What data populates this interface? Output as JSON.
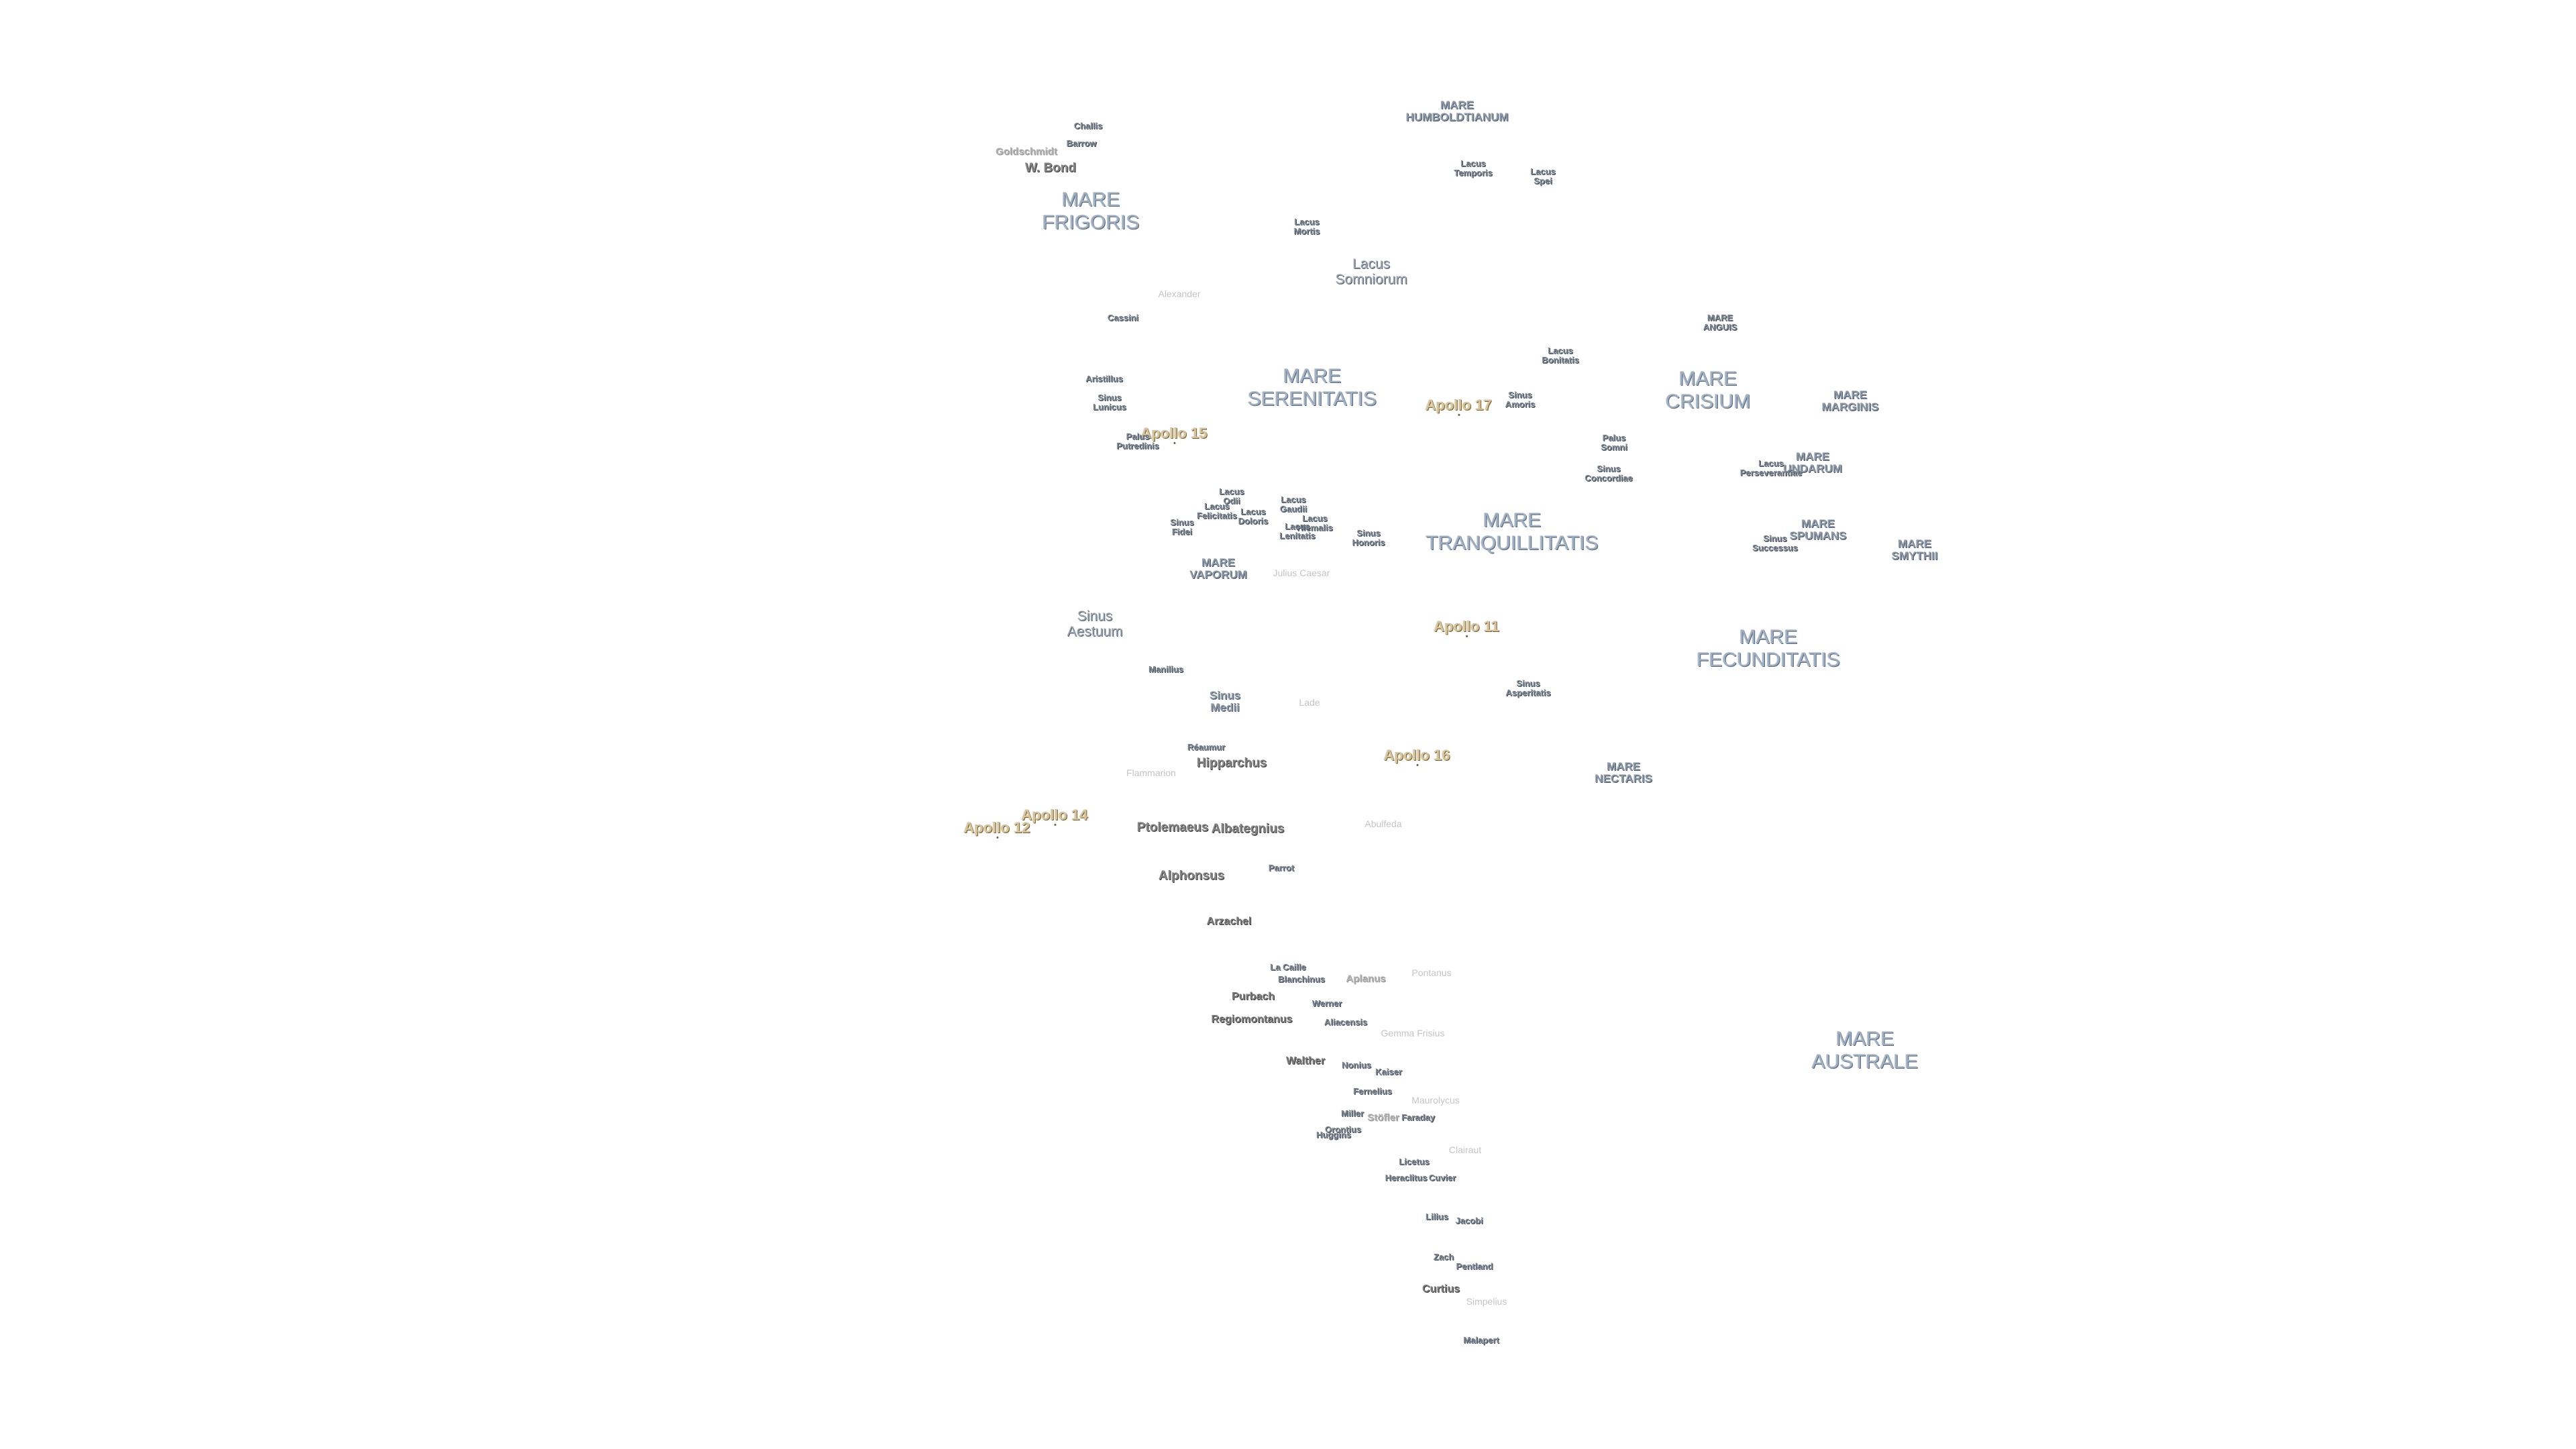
{
  "map": {
    "labels": [
      {
        "text": "MARE\nHUMBOLDTIANUM",
        "kind": "mare-sm"
      },
      {
        "text": "Challis",
        "kind": "small"
      },
      {
        "text": "Barrow",
        "kind": "small"
      },
      {
        "text": "Goldschmidt",
        "kind": "pale"
      },
      {
        "text": "W. Bond",
        "kind": "crater-lg"
      },
      {
        "text": "MARE\nFRIGORIS",
        "kind": "mare"
      },
      {
        "text": "Lacus\nTemporis",
        "kind": "small"
      },
      {
        "text": "Lacus\nSpei",
        "kind": "small"
      },
      {
        "text": "Lacus\nMortis",
        "kind": "small"
      },
      {
        "text": "Lacus\nSomniorum",
        "kind": "lacus"
      },
      {
        "text": "Alexander",
        "kind": "faint"
      },
      {
        "text": "Cassini",
        "kind": "small"
      },
      {
        "text": "MARE\nANGUIS",
        "kind": "small"
      },
      {
        "text": "Lacus\nBonitatis",
        "kind": "small"
      },
      {
        "text": "Aristillus",
        "kind": "small"
      },
      {
        "text": "MARE\nSERENITATIS",
        "kind": "mare"
      },
      {
        "text": "MARE\nCRISIUM",
        "kind": "mare"
      },
      {
        "text": "MARE\nMARGINIS",
        "kind": "mare-sm"
      },
      {
        "text": "Sinus\nLunicus",
        "kind": "small"
      },
      {
        "text": "Apollo 17",
        "kind": "apollo"
      },
      {
        "text": "Sinus\nAmoris",
        "kind": "small"
      },
      {
        "text": "Apollo 15",
        "kind": "apollo"
      },
      {
        "text": "Palus\nPutredinis",
        "kind": "small"
      },
      {
        "text": "Palus\nSomni",
        "kind": "small"
      },
      {
        "text": "MARE\nUNDARUM",
        "kind": "mare-sm"
      },
      {
        "text": "Lacus\nPerseverantiae",
        "kind": "small"
      },
      {
        "text": "Sinus\nConcordiae",
        "kind": "small"
      },
      {
        "text": "Lacus\nOdii",
        "kind": "small"
      },
      {
        "text": "Lacus\nFelicitatis",
        "kind": "small"
      },
      {
        "text": "Lacus\nDoloris",
        "kind": "small"
      },
      {
        "text": "Lacus\nGaudii",
        "kind": "small"
      },
      {
        "text": "Lacus\nHiemalis",
        "kind": "small"
      },
      {
        "text": "Lacus\nLenitatis",
        "kind": "small"
      },
      {
        "text": "Sinus\nFidei",
        "kind": "small"
      },
      {
        "text": "Sinus\nHonoris",
        "kind": "small"
      },
      {
        "text": "MARE\nTRANQUILLITATIS",
        "kind": "mare"
      },
      {
        "text": "MARE\nSPUMANS",
        "kind": "mare-sm"
      },
      {
        "text": "Sinus\nSuccessus",
        "kind": "small"
      },
      {
        "text": "MARE\nSMYTHII",
        "kind": "mare-sm"
      },
      {
        "text": "MARE\nVAPORUM",
        "kind": "mare-sm"
      },
      {
        "text": "Julius Caesar",
        "kind": "faint"
      },
      {
        "text": "Sinus\nAestuum",
        "kind": "lacus"
      },
      {
        "text": "Apollo 11",
        "kind": "apollo"
      },
      {
        "text": "MARE\nFECUNDITATIS",
        "kind": "mare"
      },
      {
        "text": "Manilius",
        "kind": "small"
      },
      {
        "text": "Sinus\nMedii",
        "kind": "mare-sm"
      },
      {
        "text": "Lade",
        "kind": "faint"
      },
      {
        "text": "Sinus\nAsperitatis",
        "kind": "small"
      },
      {
        "text": "Réaumur",
        "kind": "small"
      },
      {
        "text": "Hipparchus",
        "kind": "crater-lg"
      },
      {
        "text": "Apollo 16",
        "kind": "apollo"
      },
      {
        "text": "MARE\nNECTARIS",
        "kind": "mare-sm"
      },
      {
        "text": "Flammarion",
        "kind": "faint"
      },
      {
        "text": "Apollo 14",
        "kind": "apollo"
      },
      {
        "text": "Apollo 12",
        "kind": "apollo"
      },
      {
        "text": "Ptolemaeus",
        "kind": "crater-lg"
      },
      {
        "text": "Albategnius",
        "kind": "crater-lg"
      },
      {
        "text": "Abulfeda",
        "kind": "faint"
      },
      {
        "text": "Parrot",
        "kind": "small"
      },
      {
        "text": "Alphonsus",
        "kind": "crater-lg"
      },
      {
        "text": "Arzachel",
        "kind": "crater"
      },
      {
        "text": "La Caille",
        "kind": "small"
      },
      {
        "text": "Blanchinus",
        "kind": "small"
      },
      {
        "text": "Aplanus",
        "kind": "pale"
      },
      {
        "text": "Pontanus",
        "kind": "faint"
      },
      {
        "text": "Purbach",
        "kind": "crater"
      },
      {
        "text": "Werner",
        "kind": "small"
      },
      {
        "text": "Regiomontanus",
        "kind": "crater"
      },
      {
        "text": "Aliacensis",
        "kind": "small"
      },
      {
        "text": "Gemma Frisius",
        "kind": "faint"
      },
      {
        "text": "MARE\nAUSTRALE",
        "kind": "mare"
      },
      {
        "text": "Walther",
        "kind": "crater"
      },
      {
        "text": "Nonius",
        "kind": "small"
      },
      {
        "text": "Kaiser",
        "kind": "small"
      },
      {
        "text": "Fernelius",
        "kind": "small"
      },
      {
        "text": "Maurolycus",
        "kind": "faint"
      },
      {
        "text": "Miller",
        "kind": "small"
      },
      {
        "text": "Stöfler",
        "kind": "pale"
      },
      {
        "text": "Faraday",
        "kind": "small"
      },
      {
        "text": "Orontius",
        "kind": "small"
      },
      {
        "text": "Huggins",
        "kind": "small"
      },
      {
        "text": "Clairaut",
        "kind": "faint"
      },
      {
        "text": "Licetus",
        "kind": "small"
      },
      {
        "text": "Heraclitus",
        "kind": "small"
      },
      {
        "text": "Cuvier",
        "kind": "small"
      },
      {
        "text": "Lilius",
        "kind": "small"
      },
      {
        "text": "Jacobi",
        "kind": "small"
      },
      {
        "text": "Zach",
        "kind": "small"
      },
      {
        "text": "Pentland",
        "kind": "small"
      },
      {
        "text": "Curtius",
        "kind": "crater"
      },
      {
        "text": "Simpelius",
        "kind": "faint"
      },
      {
        "text": "Malapert",
        "kind": "small"
      }
    ]
  }
}
